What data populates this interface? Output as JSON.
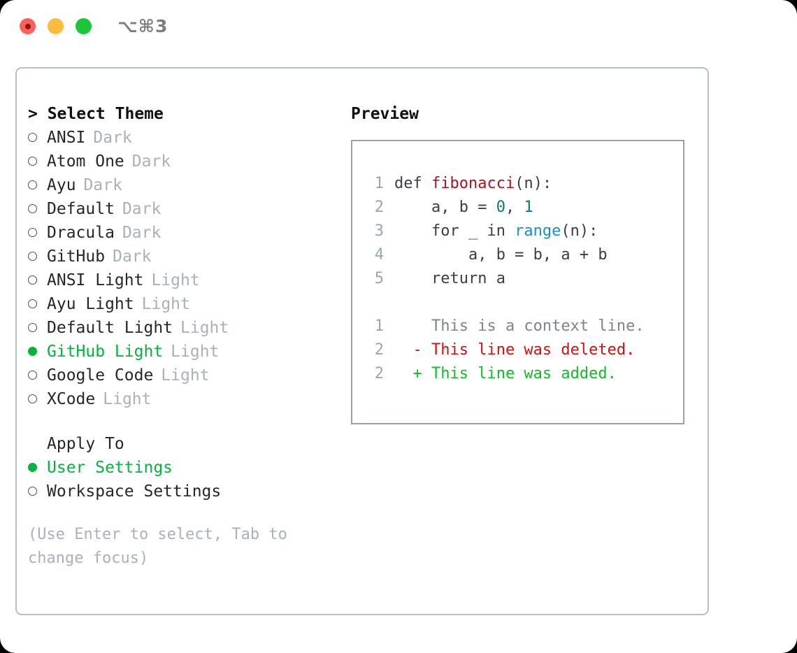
{
  "titlebar": {
    "shortcut": "⌥⌘3",
    "lights": [
      {
        "name": "close",
        "color": "#fc6058"
      },
      {
        "name": "minimize",
        "color": "#fdbc40"
      },
      {
        "name": "maximize",
        "color": "#1bc639"
      }
    ]
  },
  "theme_picker": {
    "header": "> Select Theme",
    "marker_unselected": "○",
    "marker_selected": "●",
    "items": [
      {
        "label": "ANSI",
        "variant": "Dark",
        "selected": false
      },
      {
        "label": "Atom One",
        "variant": "Dark",
        "selected": false
      },
      {
        "label": "Ayu",
        "variant": "Dark",
        "selected": false
      },
      {
        "label": "Default",
        "variant": "Dark",
        "selected": false
      },
      {
        "label": "Dracula",
        "variant": "Dark",
        "selected": false
      },
      {
        "label": "GitHub",
        "variant": "Dark",
        "selected": false
      },
      {
        "label": "ANSI Light",
        "variant": "Light",
        "selected": false
      },
      {
        "label": "Ayu Light",
        "variant": "Light",
        "selected": false
      },
      {
        "label": "Default Light",
        "variant": "Light",
        "selected": false
      },
      {
        "label": "GitHub Light",
        "variant": "Light",
        "selected": true
      },
      {
        "label": "Google Code",
        "variant": "Light",
        "selected": false
      },
      {
        "label": "XCode",
        "variant": "Light",
        "selected": false
      }
    ]
  },
  "apply_to": {
    "title": "Apply To",
    "options": [
      {
        "label": "User Settings",
        "selected": true
      },
      {
        "label": "Workspace Settings",
        "selected": false
      }
    ]
  },
  "hint": "(Use Enter to select, Tab to change focus)",
  "preview": {
    "title": "Preview",
    "code_lines": [
      {
        "number": "1",
        "tokens": [
          {
            "text": "def ",
            "type": "plain"
          },
          {
            "text": "fibonacci",
            "type": "fn"
          },
          {
            "text": "(n):",
            "type": "plain"
          }
        ]
      },
      {
        "number": "2",
        "tokens": [
          {
            "text": "    a, b = ",
            "type": "plain"
          },
          {
            "text": "0",
            "type": "num"
          },
          {
            "text": ", ",
            "type": "plain"
          },
          {
            "text": "1",
            "type": "num"
          }
        ]
      },
      {
        "number": "3",
        "tokens": [
          {
            "text": "    for _ in ",
            "type": "plain"
          },
          {
            "text": "range",
            "type": "builtin"
          },
          {
            "text": "(n):",
            "type": "plain"
          }
        ]
      },
      {
        "number": "4",
        "tokens": [
          {
            "text": "        a, b = b, a + b",
            "type": "plain"
          }
        ]
      },
      {
        "number": "5",
        "tokens": [
          {
            "text": "    return a",
            "type": "plain"
          }
        ]
      }
    ],
    "diff_lines": [
      {
        "number": "1",
        "sign": " ",
        "text": "This is a context line.",
        "type": "context"
      },
      {
        "number": "2",
        "sign": "-",
        "text": "This line was deleted.",
        "type": "del"
      },
      {
        "number": "2",
        "sign": "+",
        "text": "This line was added.",
        "type": "add"
      }
    ]
  },
  "colors": {
    "selection_green": "#07b23e",
    "diff_add": "#12bb2a",
    "diff_del": "#cc1414",
    "function_red": "#a31621",
    "number_teal": "#0b7a7a",
    "builtin_blue": "#1b8fc2",
    "muted_gray": "#a9b1bd",
    "panel_border": "#b6becb",
    "preview_border": "#95a2b2"
  }
}
